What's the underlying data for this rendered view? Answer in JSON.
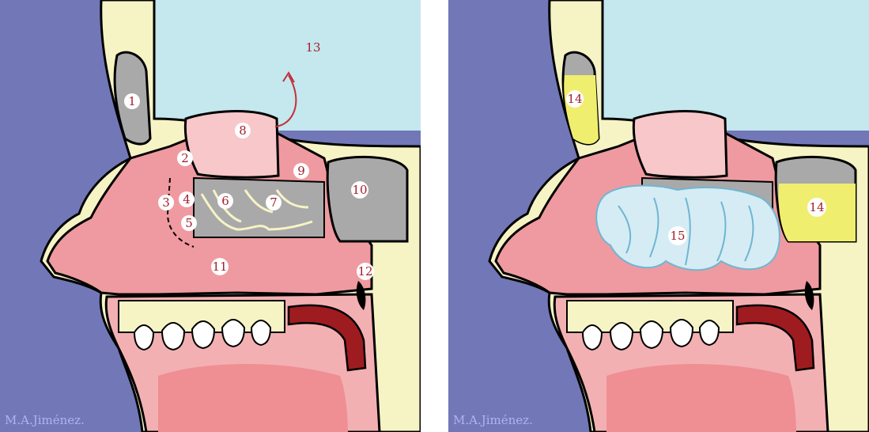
{
  "panels": [
    {
      "labels": {
        "l1": "1",
        "l2": "2",
        "l3": "3",
        "l4": "4",
        "l5": "5",
        "l6": "6",
        "l7": "7",
        "l8": "8",
        "l9": "9",
        "l10": "10",
        "l11": "11",
        "l12": "12",
        "l13": "13"
      },
      "credit": "M.A.Jiménez."
    },
    {
      "labels": {
        "l14a": "14",
        "l14b": "14",
        "l15": "15"
      },
      "credit": "M.A.Jiménez."
    }
  ],
  "colors": {
    "face_background": "#7277b8",
    "brain": "#c5e7ee",
    "bone": "#f6f3c5",
    "soft_tissue": "#ef9aa0",
    "mucosa_light": "#f7c7ca",
    "sinus_air": "#a9a9a9",
    "sinus_fluid": "#f0ee6e",
    "tumor": "#d5ecf4",
    "tumor_outline": "#6fb6d2",
    "tongue": "#9e1c20",
    "label_text": "#a31f2c"
  }
}
